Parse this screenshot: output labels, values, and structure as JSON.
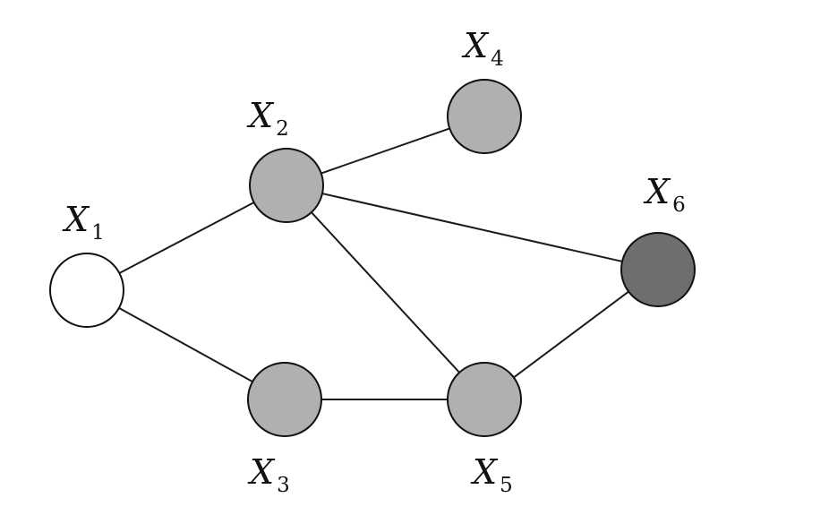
{
  "graph": {
    "nodes": [
      {
        "id": "x1",
        "letter": "X",
        "index": "1",
        "color": "#ffffff"
      },
      {
        "id": "x2",
        "letter": "X",
        "index": "2",
        "color": "#b0b0b0"
      },
      {
        "id": "x3",
        "letter": "X",
        "index": "3",
        "color": "#b0b0b0"
      },
      {
        "id": "x4",
        "letter": "X",
        "index": "4",
        "color": "#b0b0b0"
      },
      {
        "id": "x5",
        "letter": "X",
        "index": "5",
        "color": "#b0b0b0"
      },
      {
        "id": "x6",
        "letter": "X",
        "index": "6",
        "color": "#6e6e6e"
      }
    ],
    "edges": [
      [
        "x1",
        "x2"
      ],
      [
        "x1",
        "x3"
      ],
      [
        "x2",
        "x4"
      ],
      [
        "x2",
        "x6"
      ],
      [
        "x2",
        "x5"
      ],
      [
        "x3",
        "x5"
      ],
      [
        "x5",
        "x6"
      ]
    ]
  }
}
